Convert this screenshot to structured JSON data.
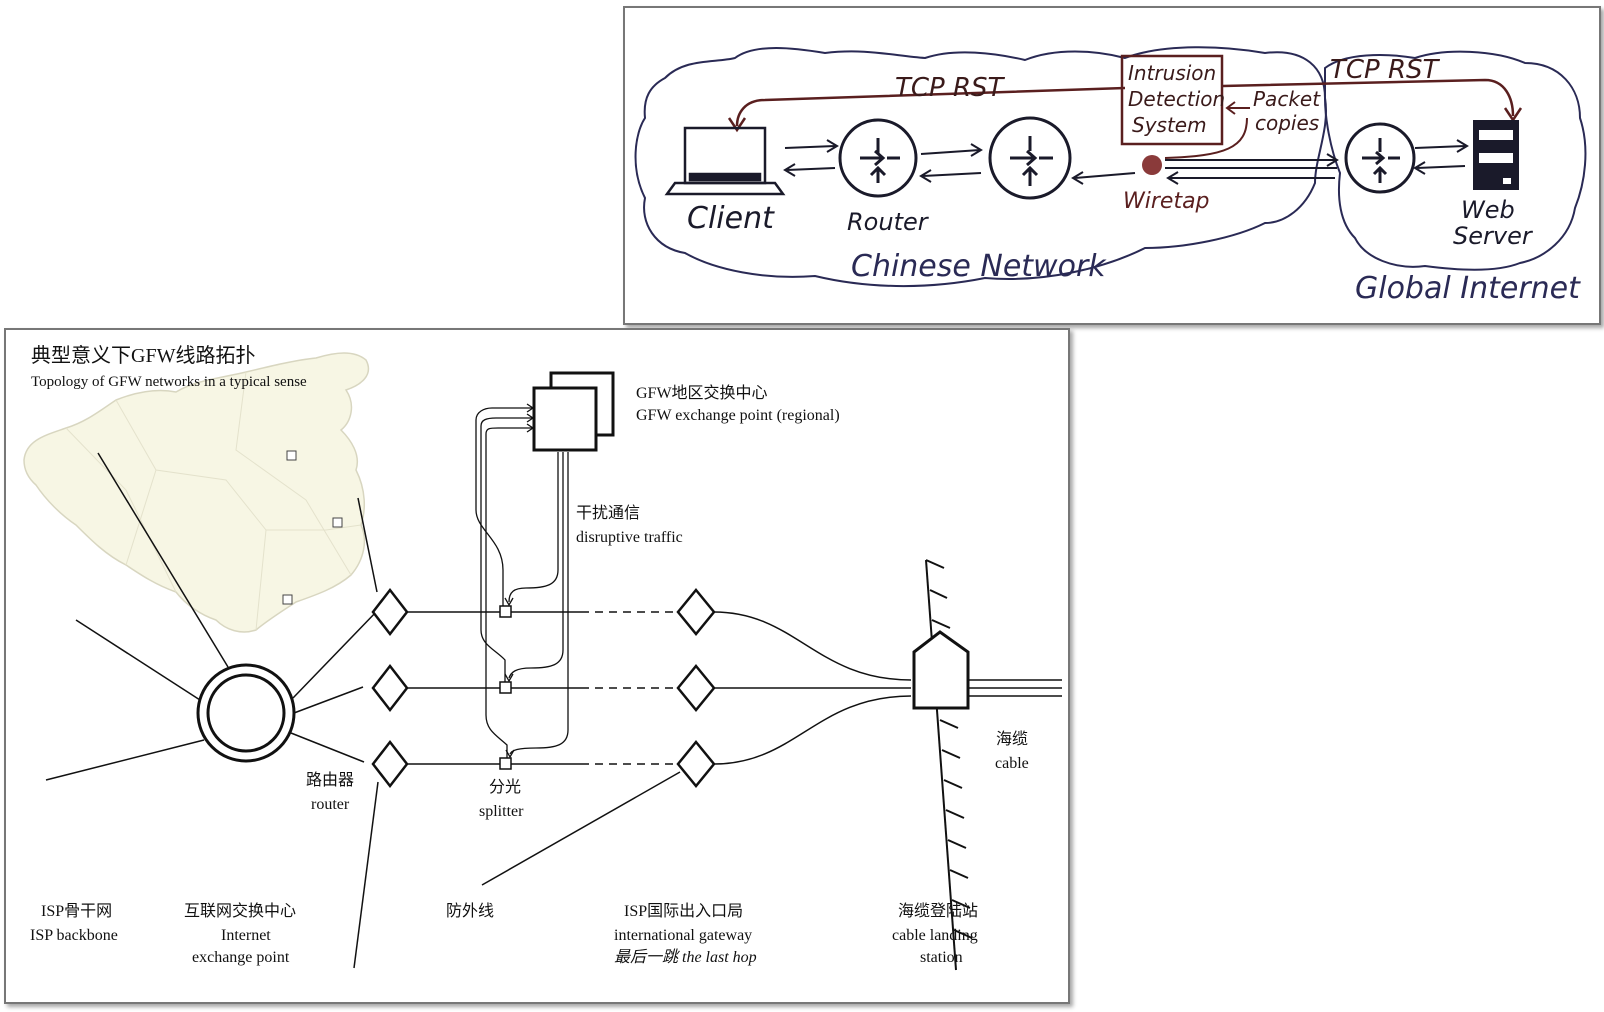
{
  "sketch": {
    "tcp_rst_left": "TCP RST",
    "tcp_rst_right": "TCP RST",
    "ids": [
      "Intrusion",
      "Detection",
      "System"
    ],
    "packet_copies": [
      "Packet",
      "copies"
    ],
    "client": "Client",
    "router": "Router",
    "wiretap": "Wiretap",
    "web_server": [
      "Web",
      "Server"
    ],
    "chinese_network": "Chinese Network",
    "global_internet": "Global Internet",
    "colors": {
      "ink": "#2a2a55",
      "red_ink": "#5a1f1f",
      "wiretap": "#8a3a3a"
    }
  },
  "topology": {
    "title_zh": "典型意义下GFW线路拓扑",
    "title_en": "Topology of GFW networks in a typical sense",
    "exchange_zh": "GFW地区交换中心",
    "exchange_en": "GFW exchange point (regional)",
    "disrupt_zh": "干扰通信",
    "disrupt_en": "disruptive traffic",
    "router_zh": "路由器",
    "router_en": "router",
    "splitter_zh": "分光",
    "splitter_en": "splitter",
    "cable_zh": "海缆",
    "cable_en": "cable",
    "bottom": {
      "isp_backbone_zh": "ISP骨干网",
      "isp_backbone_en": "ISP backbone",
      "ixp_zh": "互联网交换中心",
      "ixp_en1": "Internet",
      "ixp_en2": "exchange point",
      "fence_zh": "防外线",
      "gateway_zh": "ISP国际出入口局",
      "gateway_en": "international gateway",
      "last_hop": "最后一跳 the last hop",
      "landing_zh": "海缆登陆站",
      "landing_en1": "cable landing",
      "landing_en2": "station"
    },
    "colors": {
      "map_fill": "#f7f6e4",
      "map_stroke": "#d8d6c0",
      "line": "#111111"
    }
  }
}
